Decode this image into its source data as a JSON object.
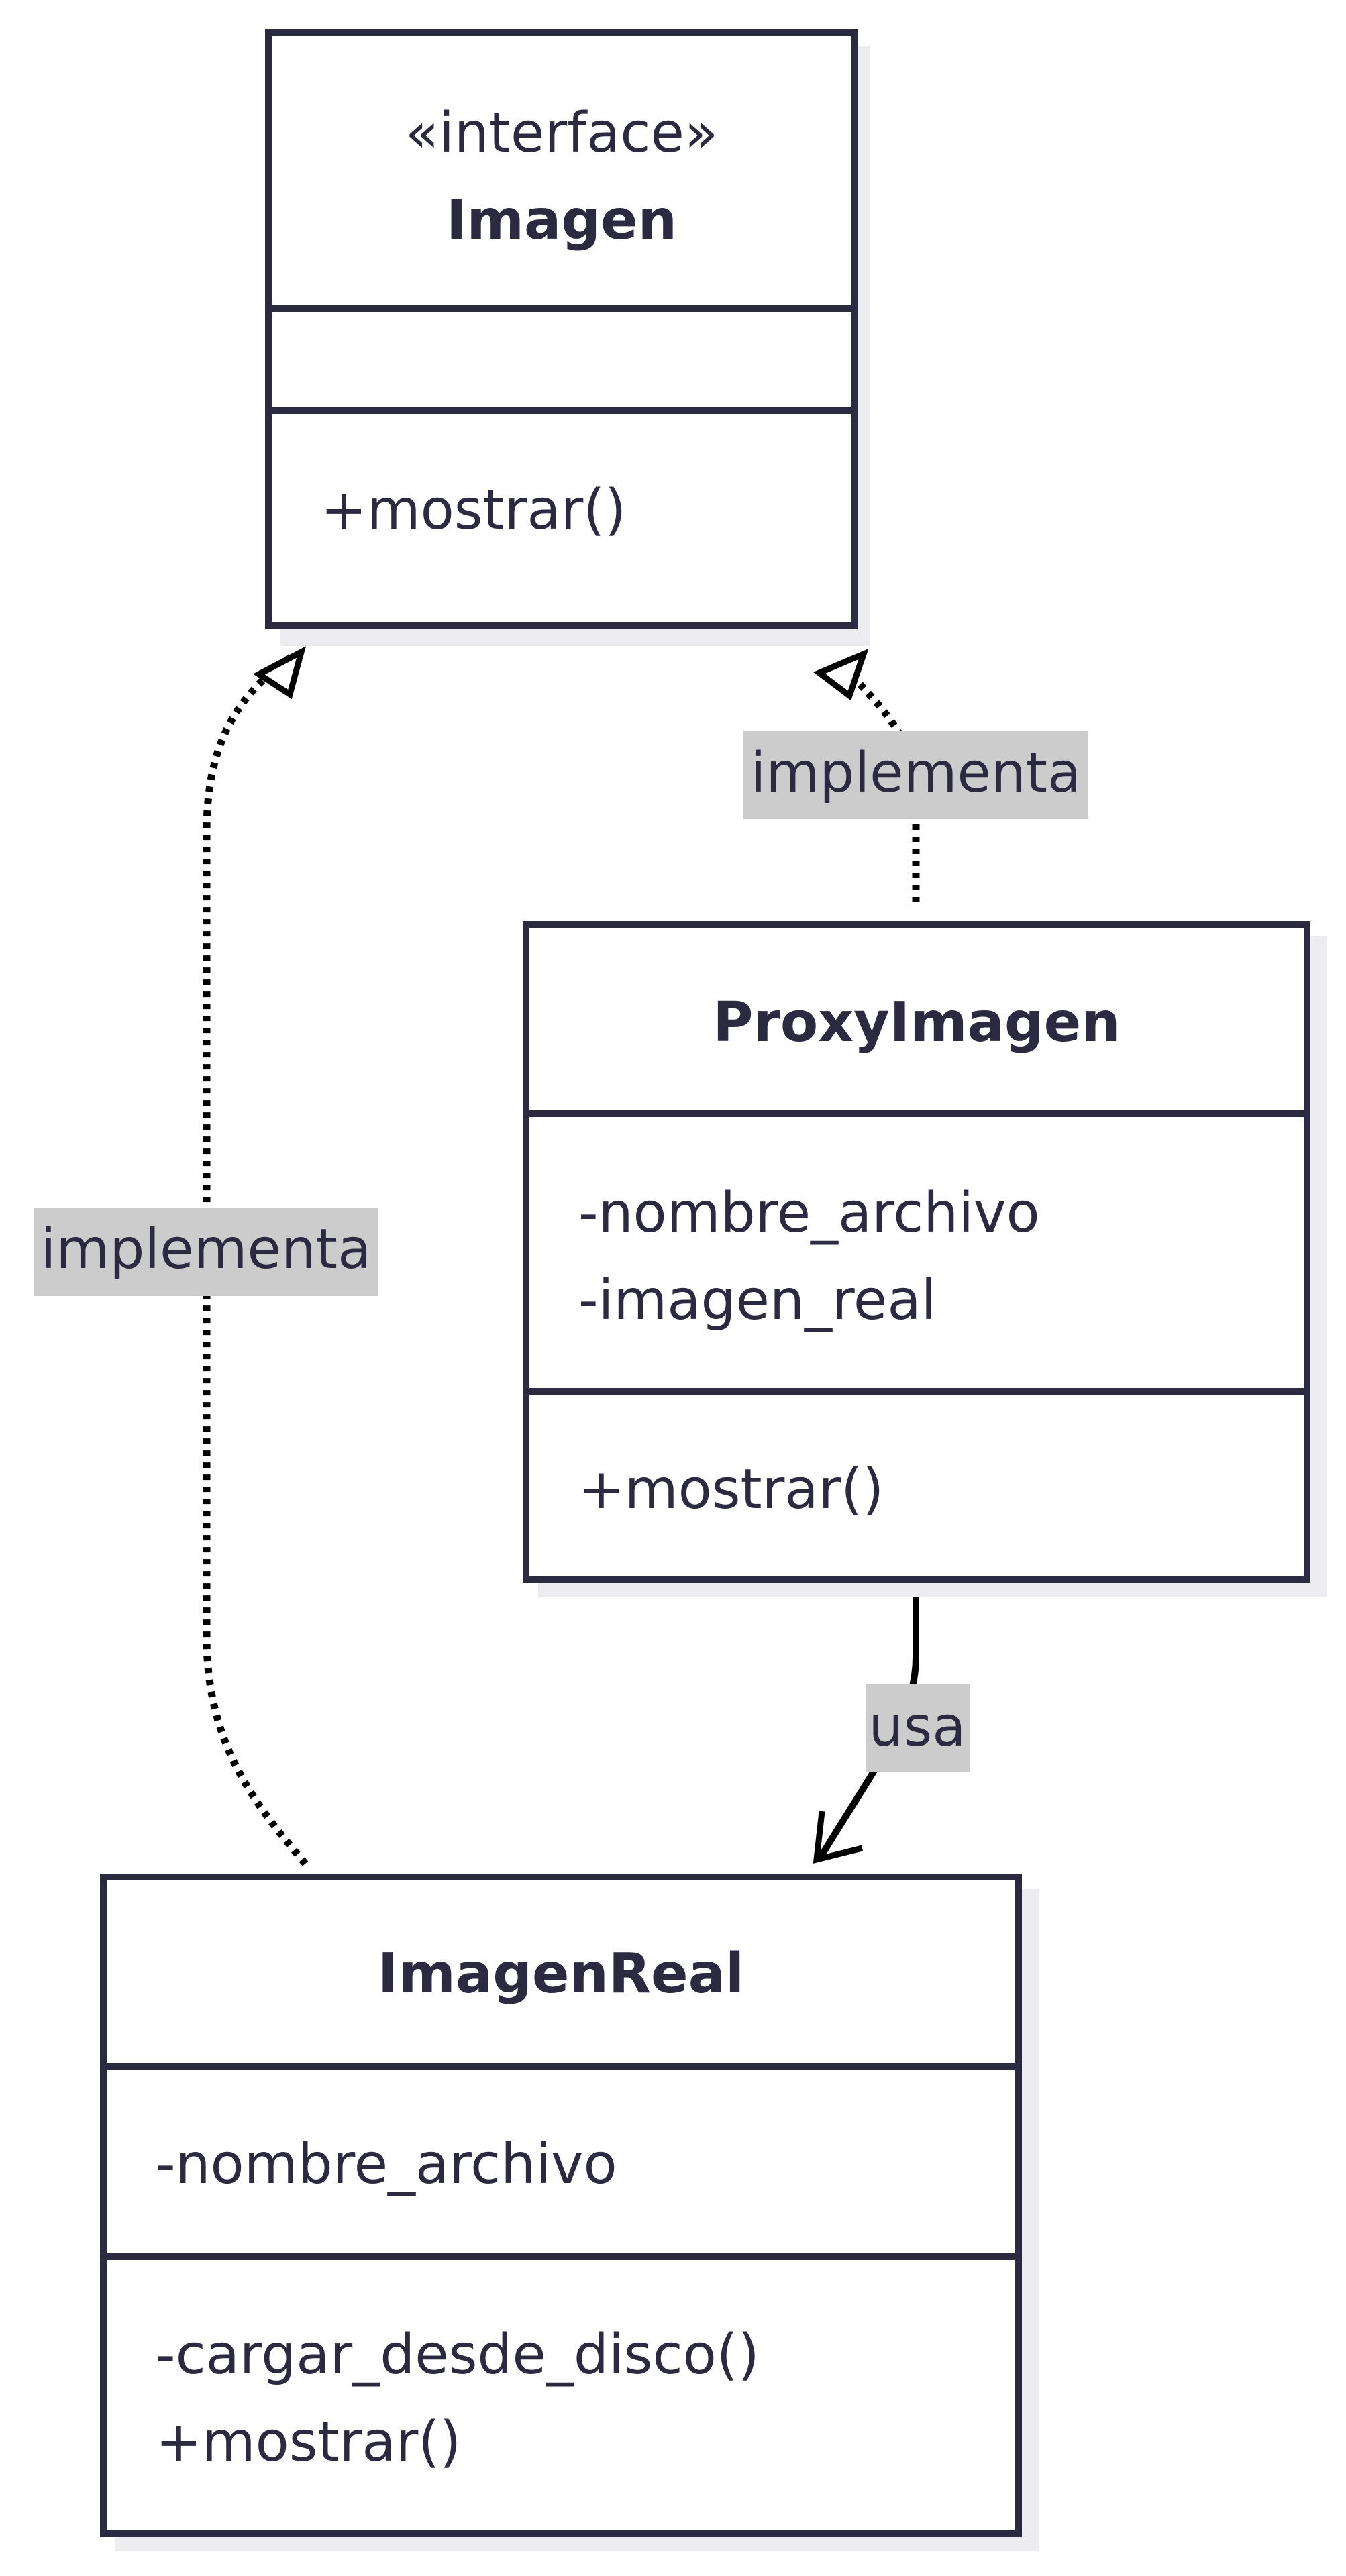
{
  "diagram": {
    "colors": {
      "stroke": "#2b2a40",
      "text": "#2b2a40",
      "shadow": "#ececf1",
      "label_bg": "#cccccc",
      "background": "#ffffff"
    },
    "classes": {
      "imagen": {
        "stereotype": "«interface»",
        "name": "Imagen",
        "attributes": [],
        "methods": [
          "+mostrar()"
        ]
      },
      "proxy": {
        "name": "ProxyImagen",
        "attributes": [
          "-nombre_archivo",
          "-imagen_real"
        ],
        "methods": [
          "+mostrar()"
        ]
      },
      "real": {
        "name": "ImagenReal",
        "attributes": [
          "-nombre_archivo"
        ],
        "methods": [
          "-cargar_desde_disco()",
          "+mostrar()"
        ]
      }
    },
    "relations": {
      "proxy_implements": {
        "label": "implementa",
        "type": "realization"
      },
      "real_implements": {
        "label": "implementa",
        "type": "realization"
      },
      "proxy_uses_real": {
        "label": "usa",
        "type": "association"
      }
    }
  }
}
